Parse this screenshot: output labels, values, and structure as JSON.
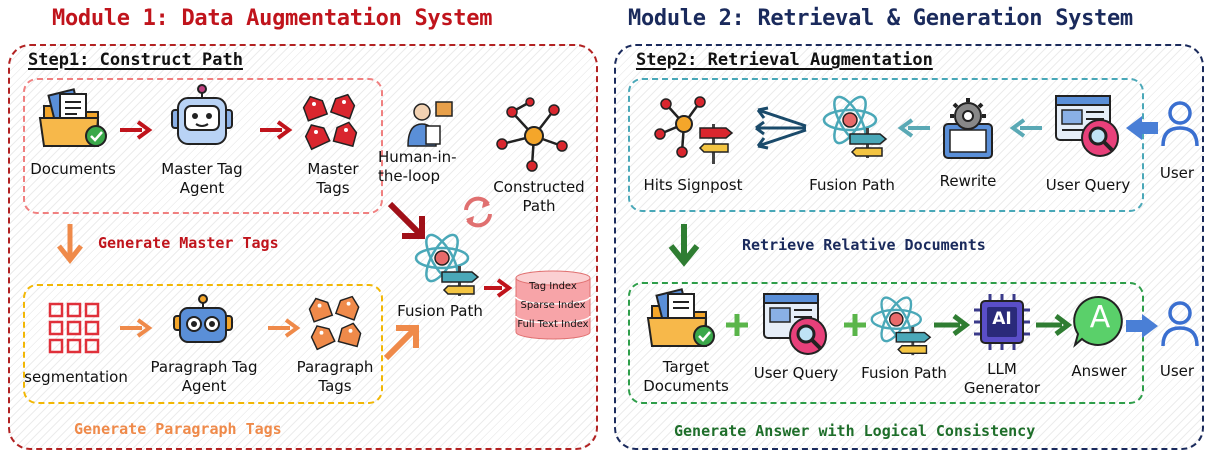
{
  "module1": {
    "title": "Module 1: Data Augmentation System",
    "step": "Step1: Construct Path",
    "nodes": {
      "documents": "Documents",
      "master_tag_agent": "Master Tag\nAgent",
      "master_tags": "Master\nTags",
      "human_in_loop": "Human-in-\nthe-loop",
      "constructed_path": "Constructed\nPath",
      "fusion_path": "Fusion Path",
      "segmentation": "segmentation",
      "paragraph_tag_agent": "Paragraph Tag\nAgent",
      "paragraph_tags": "Paragraph\nTags"
    },
    "index_db": [
      "Tag Index",
      "Sparse Index",
      "Full Text Index"
    ],
    "generate_master": "Generate Master Tags",
    "generate_paragraph": "Generate Paragraph Tags"
  },
  "module2": {
    "title": "Module 2: Retrieval & Generation System",
    "step": "Step2: Retrieval Augmentation",
    "nodes": {
      "hits_signpost": "Hits Signpost",
      "fusion_path": "Fusion Path",
      "rewrite": "Rewrite",
      "user_query": "User Query",
      "user_top": "User",
      "target_documents": "Target\nDocuments",
      "user_query_2": "User Query",
      "fusion_path_2": "Fusion Path",
      "llm_generator": "LLM\nGenerator",
      "answer": "Answer",
      "user_bottom": "User"
    },
    "ai_chip": "AI",
    "answer_glyph": "A",
    "retrieve": "Retrieve Relative Documents",
    "generate_answer": "Generate Answer with Logical Consistency"
  },
  "colors": {
    "module1_title": "#c0141c",
    "module2_title": "#1a2a5c",
    "module1_border": "#b22222",
    "module2_border": "#1a2a5c",
    "master_box": "#f08080",
    "paragraph_box": "#f2b705",
    "retrieval_box": "#4aa8b8",
    "generation_box": "#2e9e4a",
    "red_arrow": "#c0141c",
    "orange": "#ef8a4a",
    "teal": "#5aa9b5",
    "blue": "#4a7fd6",
    "green": "#2f7d32",
    "green_plus": "#5ab54a"
  }
}
